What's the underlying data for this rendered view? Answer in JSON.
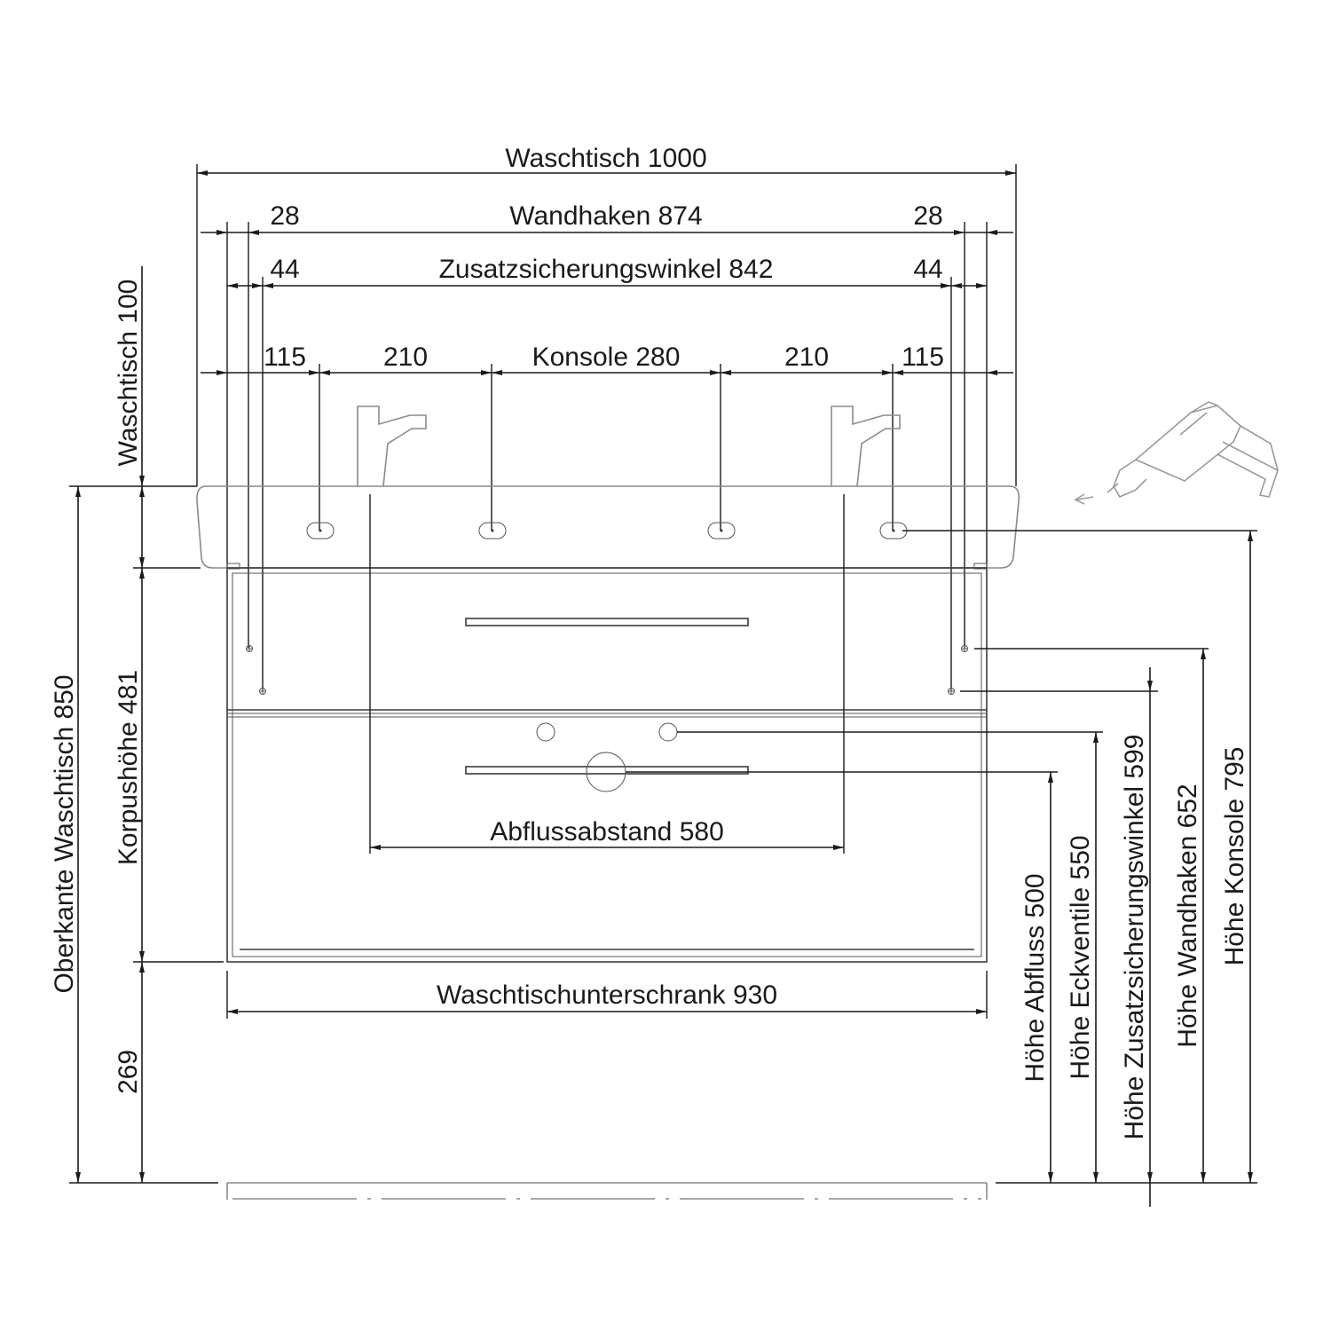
{
  "dimensions": {
    "top": {
      "washbasin_width": "Waschtisch 1000",
      "wall_hook_offset_left": "28",
      "wall_hook_span": "Wandhaken 874",
      "wall_hook_offset_right": "28",
      "angle_offset_left": "44",
      "angle_span": "Zusatzsicherungswinkel 842",
      "angle_offset_right": "44",
      "bracket_offset_left": "115",
      "bracket_gap_left": "210",
      "bracket_span": "Konsole 280",
      "bracket_gap_right": "210",
      "bracket_offset_right": "115"
    },
    "left": {
      "washbasin_height": "Waschtisch 100",
      "top_edge_height": "Oberkante Waschtisch 850",
      "body_height": "Korpushöhe 481",
      "floor_gap": "269"
    },
    "middle": {
      "drain_distance": "Abflussabstand  580",
      "cabinet_width": "Waschtischunterschrank 930"
    },
    "right": {
      "drain_height": "Höhe Abfluss 500",
      "valve_height": "Höhe Eckventile 550",
      "angle_height": "Höhe Zusatzsicherungswinkel 599",
      "hook_height": "Höhe Wandhaken 652",
      "bracket_height": "Höhe Konsole 795"
    }
  },
  "icons": {
    "drill": "drill-icon"
  }
}
